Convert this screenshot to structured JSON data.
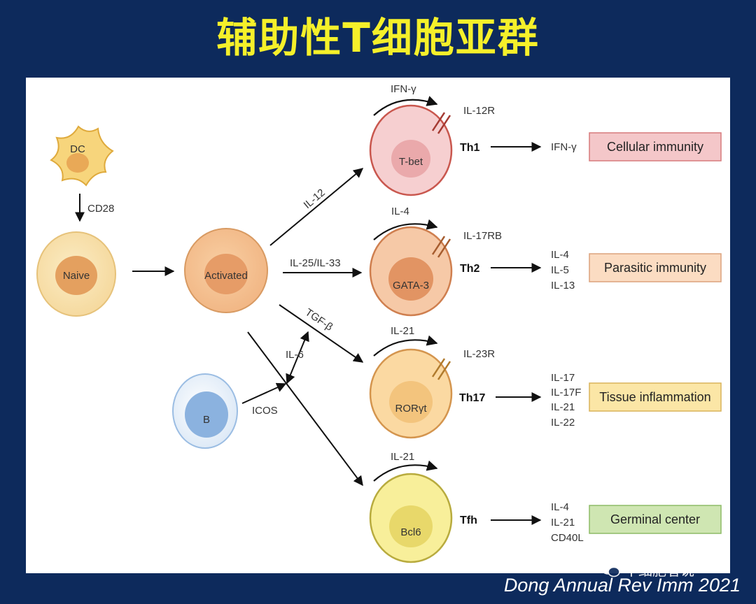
{
  "title": "辅助性T细胞亚群",
  "citation": "Dong Annual Rev Imm 2021",
  "watermark": "干细胞者说",
  "cells": {
    "dc": "DC",
    "naive": "Naive",
    "activated": "Activated",
    "b": "B"
  },
  "edges": {
    "cd28": "CD28",
    "il12": "IL-12",
    "il25_il33": "IL-25/IL-33",
    "tgfb": "TGF-β",
    "il6": "IL-6",
    "icos": "ICOS"
  },
  "subsets": [
    {
      "name": "Th1",
      "tf": "T-bet",
      "loop": "IFN-γ",
      "receptor": "IL-12R",
      "outputs": [
        "IFN-γ"
      ],
      "function": "Cellular immunity",
      "fill": "#f6cfd0",
      "stroke": "#c9574e",
      "core": "#eaa9ab",
      "box_fill": "#f4c7c9",
      "box_stroke": "#d77a7c"
    },
    {
      "name": "Th2",
      "tf": "GATA-3",
      "loop": "IL-4",
      "receptor": "IL-17RB",
      "outputs": [
        "IL-4",
        "IL-5",
        "IL-13"
      ],
      "function": "Parasitic immunity",
      "fill": "#f6c9a7",
      "stroke": "#cf7f4f",
      "core": "#e29463",
      "box_fill": "#fbdcc2",
      "box_stroke": "#dca27c"
    },
    {
      "name": "Th17",
      "tf": "RORγt",
      "loop": "IL-21",
      "receptor": "IL-23R",
      "outputs": [
        "IL-17",
        "IL-17F",
        "IL-21",
        "IL-22"
      ],
      "function": "Tissue inflammation",
      "fill": "#fbd9a2",
      "stroke": "#d4954e",
      "core": "#f3c47d",
      "box_fill": "#fbe6a6",
      "box_stroke": "#d9b35a"
    },
    {
      "name": "Tfh",
      "tf": "Bcl6",
      "loop": "IL-21",
      "receptor": "",
      "outputs": [
        "IL-4",
        "IL-21",
        "CD40L"
      ],
      "function": "Germinal center",
      "fill": "#f8ef9a",
      "stroke": "#b8ab3e",
      "core": "#e8d86a",
      "box_fill": "#cfe6b2",
      "box_stroke": "#8dbb67"
    }
  ]
}
